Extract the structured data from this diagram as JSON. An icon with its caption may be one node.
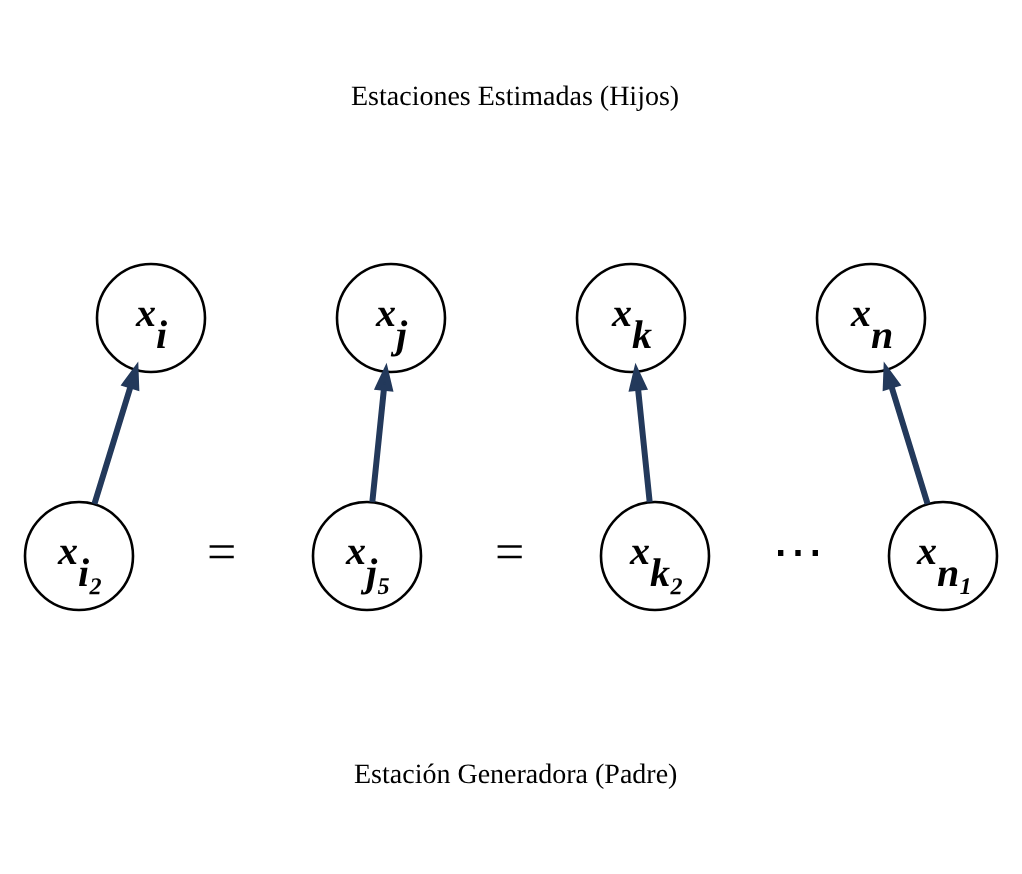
{
  "diagram": {
    "nodes": [
      {
        "text": [
          "x$_{i}$"
        ]
      },
      {
        "text": [
          "x$_{j}$"
        ]
      },
      {
        "text": [
          "x$_{k}$"
        ]
      },
      {
        "text": [
          "x$_{n}$"
        ]
      },
      {
        "text": [
          "x$_{i₂}$"
        ]
      },
      {
        "text": [
          "x$_{j₅}$"
        ]
      },
      {
        "text": [
          "x$_{k₂}$"
        ]
      },
      {
        "text": [
          "x$_{n₁}$"
        ]
      }
    ],
    "edges": [
      {
        "from": 4,
        "to": 0,
        "arrow": "to"
      },
      {
        "from": 5,
        "to": 1,
        "arrow": "to"
      },
      {
        "from": 6,
        "to": 2,
        "arrow": "to"
      },
      {
        "from": 7,
        "to": 3,
        "arrow": "to"
      }
    ],
    "labels": [
      "Estaciones Estimadas (Hijos)",
      "=",
      "=",
      "⋯",
      "Estación Generadora (Padre)"
    ]
  }
}
